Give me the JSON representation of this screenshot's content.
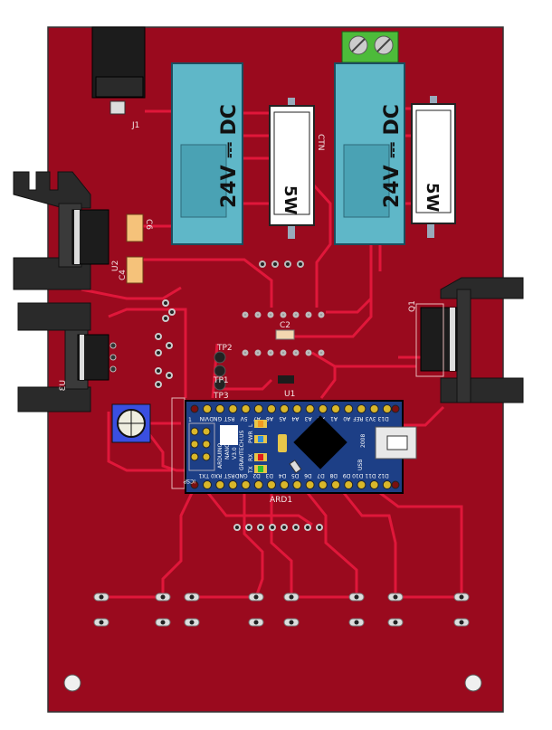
{
  "board": {
    "colors": {
      "pcb": "#9a0a1e",
      "trace": "#e0173a",
      "relay": "#5fb7c8",
      "arduino": "#1d3f86",
      "pot": "#3a4fe0",
      "terminal": "#4dbb3a"
    },
    "designators": {
      "j1": "J1",
      "c6": "C6",
      "u2": "U2",
      "c4": "C4",
      "u3": "U3",
      "ctn": "CTN",
      "c2": "C2",
      "tp2": "TP2",
      "tp1": "TP1",
      "tp3": "TP3",
      "u1": "U1",
      "q1": "Q1",
      "ard1": "ARD1"
    },
    "relays": [
      {
        "voltage": "24V",
        "type": "DC"
      },
      {
        "voltage": "24V",
        "type": "DC"
      }
    ],
    "resistors": [
      {
        "rating": "5W"
      },
      {
        "rating": "5W"
      }
    ],
    "arduino": {
      "brand": "ARDUINO",
      "model": "NANO",
      "version": "V3.0",
      "maker": "GRAVITECH.US",
      "icsp": "ICSP",
      "pin1": "1",
      "top_pins": [
        "VIN",
        "GND",
        "RST",
        "5V",
        "A7",
        "A6",
        "A5",
        "A4",
        "A3",
        "A2",
        "A1",
        "A0",
        "REF",
        "3V3",
        "D13"
      ],
      "bottom_pins": [
        "TX1",
        "RX0",
        "RST",
        "GND",
        "D2",
        "D3",
        "D4",
        "D5",
        "D6",
        "D7",
        "D8",
        "D9",
        "D10",
        "D11",
        "D12"
      ],
      "leds": [
        "L",
        "PWR",
        "RX",
        "TX"
      ],
      "usb_label": "USB",
      "year": "2008"
    }
  }
}
